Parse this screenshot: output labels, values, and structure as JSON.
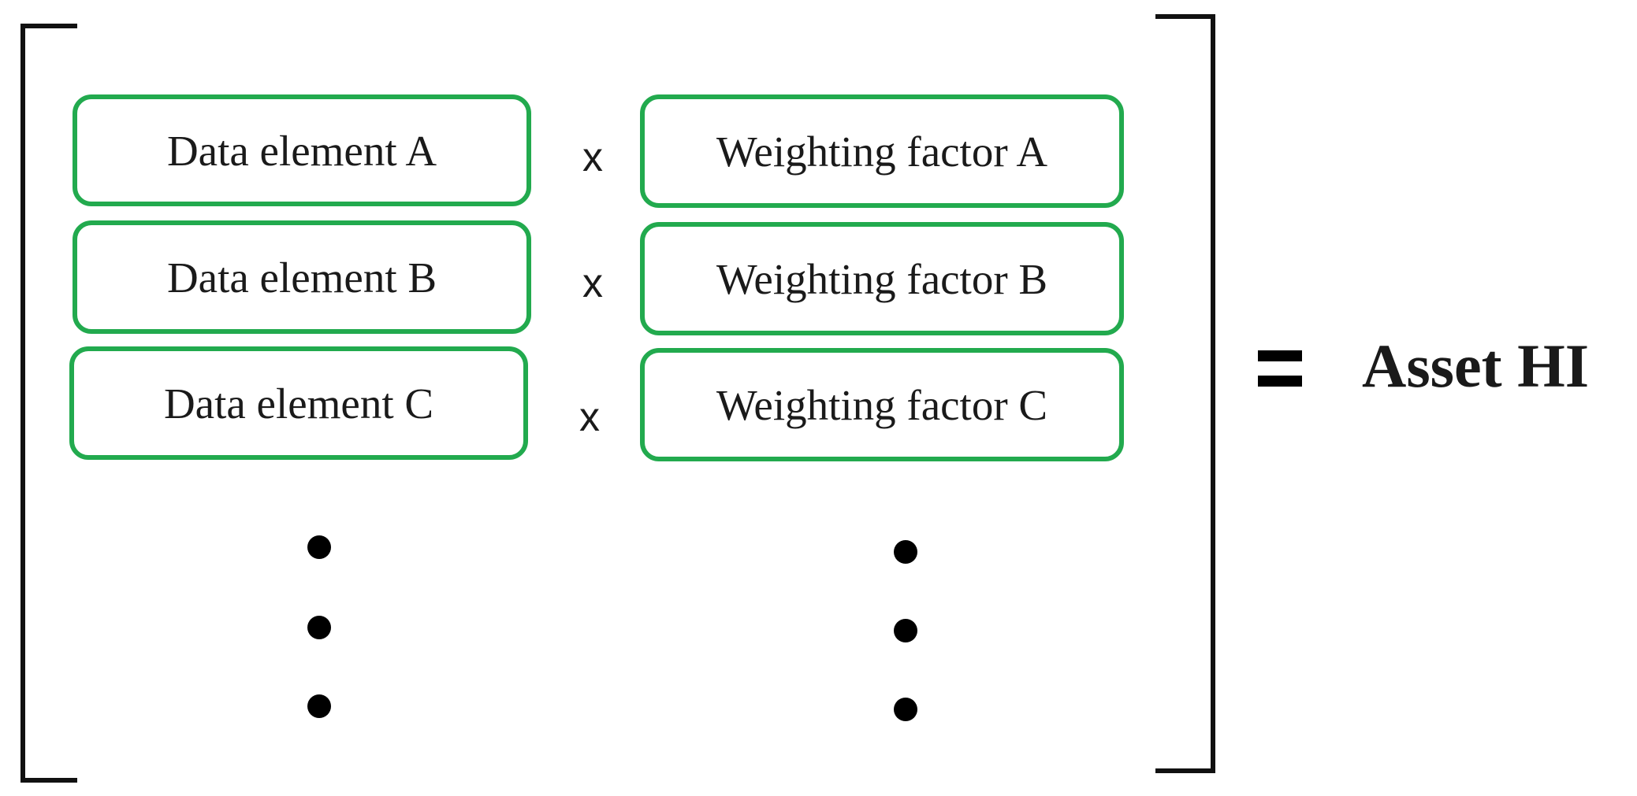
{
  "rows": [
    {
      "data_element": "Data element A",
      "operator": "x",
      "weighting_factor": "Weighting factor A"
    },
    {
      "data_element": "Data element B",
      "operator": "x",
      "weighting_factor": "Weighting factor B"
    },
    {
      "data_element": "Data element C",
      "operator": "x",
      "weighting_factor": "Weighting factor C"
    }
  ],
  "equals": "=",
  "result": "Asset HI",
  "colors": {
    "box_border": "#22aa4e",
    "text": "#1a1a1a"
  }
}
